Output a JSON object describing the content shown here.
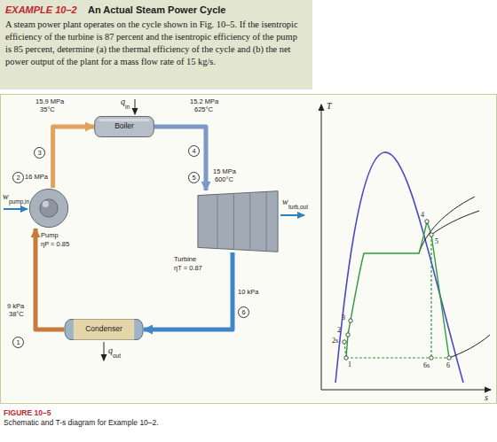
{
  "diagram": {
    "title": "An Actual Steam Power Cycle",
    "caption": "Schematic and T-s diagram for Example 10–2.",
    "nodes": [
      {
        "text": [
          "Boiler"
        ]
      },
      {
        "text": [
          "Pump",
          "ηP = 0.85"
        ]
      },
      {
        "text": [
          "Turbine",
          "ηT = 0.87"
        ]
      },
      {
        "text": [
          "Condenser"
        ]
      }
    ],
    "edges": [
      {
        "from": 1,
        "to": 0,
        "arrow": "to"
      },
      {
        "from": 0,
        "to": 2,
        "arrow": "to"
      },
      {
        "from": 2,
        "to": 3,
        "arrow": "to"
      },
      {
        "from": 3,
        "to": 1,
        "arrow": "to"
      }
    ],
    "labels": [
      "EXAMPLE 10–2",
      "A steam power plant operates on the cycle shown in Fig. 10–5. If the isentropic efficiency of the turbine is 87 percent and the isentropic efficiency of the pump is 85 percent, determine (a) the thermal efficiency of the cycle and (b) the net power output of the plant for a mass flow rate of 15 kg/s.",
      "FIGURE 10–5",
      "15.9 MPa",
      "35°C",
      "q",
      "in",
      "15.2 MPa",
      "625°C",
      "3",
      "4",
      "2",
      "16 MPa",
      "15 MPa",
      "600°C",
      "5",
      "w",
      "pump,in",
      "w",
      "turb,out",
      "9 kPa",
      "38°C",
      "1",
      "10 kPa",
      "6",
      "q",
      "out",
      "T",
      "4",
      "5",
      "2",
      "2s",
      "3",
      "1",
      "6s",
      "6",
      "s"
    ]
  }
}
